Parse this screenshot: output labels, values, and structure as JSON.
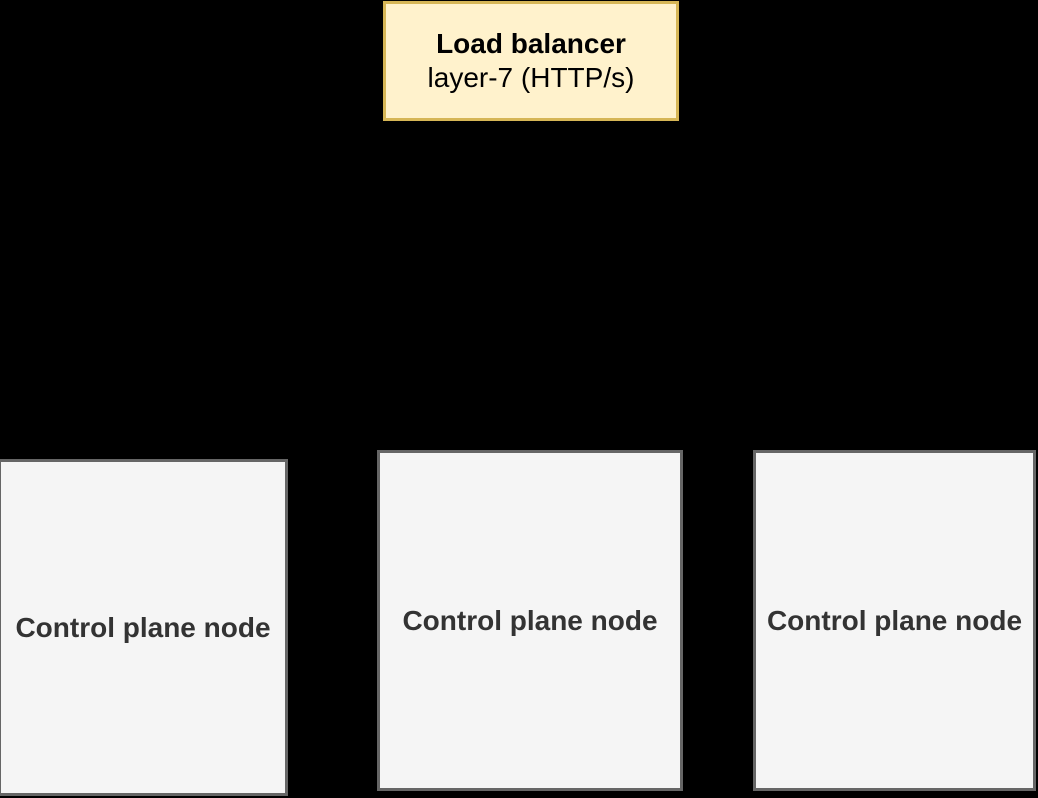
{
  "diagram": {
    "background_color": "#000000",
    "load_balancer": {
      "title": "Load balancer",
      "subtitle": "layer-7 (HTTP/s)",
      "fill_color": "#FFF2CC",
      "border_color": "#D6B656",
      "text_color": "#000000"
    },
    "control_plane_nodes": [
      {
        "label": "Control plane node"
      },
      {
        "label": "Control plane node"
      },
      {
        "label": "Control plane node"
      }
    ],
    "node_style": {
      "fill_color": "#F5F5F5",
      "border_color": "#666666",
      "text_color": "#333333"
    }
  }
}
